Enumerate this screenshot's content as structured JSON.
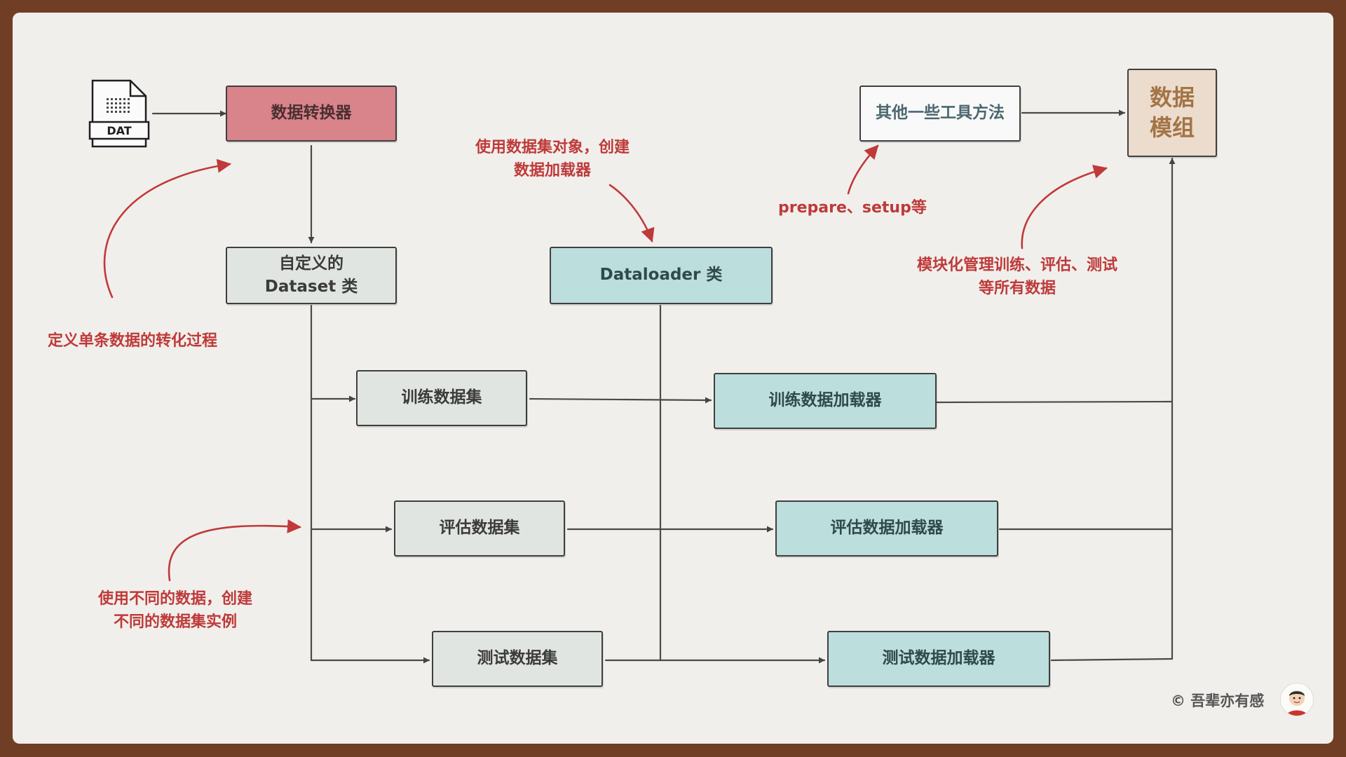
{
  "file_icon": {
    "label": "DAT"
  },
  "nodes": {
    "converter": "数据转换器",
    "dataset_class_line1": "自定义的",
    "dataset_class_line2": "Dataset 类",
    "dataloader_class": "Dataloader 类",
    "tools": "其他一些工具方法",
    "module_line1": "数据",
    "module_line2": "模组",
    "train_dataset": "训练数据集",
    "eval_dataset": "评估数据集",
    "test_dataset": "测试数据集",
    "train_loader": "训练数据加载器",
    "eval_loader": "评估数据加载器",
    "test_loader": "测试数据加载器"
  },
  "notes": {
    "dataloader_line1": "使用数据集对象，创建",
    "dataloader_line2": "数据加载器",
    "prepare_setup": "prepare、setup等",
    "module_line1": "模块化管理训练、评估、测试",
    "module_line2": "等所有数据",
    "converter": "定义单条数据的转化过程",
    "datasets_line1": "使用不同的数据，创建",
    "datasets_line2": "不同的数据集实例"
  },
  "footer": {
    "copyright": "© 吾辈亦有感"
  },
  "colors": {
    "converter_fill": "#d8848a",
    "dataset_fill": "#e1e5e1",
    "loader_fill": "#bcdedd",
    "module_fill": "#ecdccd",
    "note_red": "#be3a3a"
  }
}
